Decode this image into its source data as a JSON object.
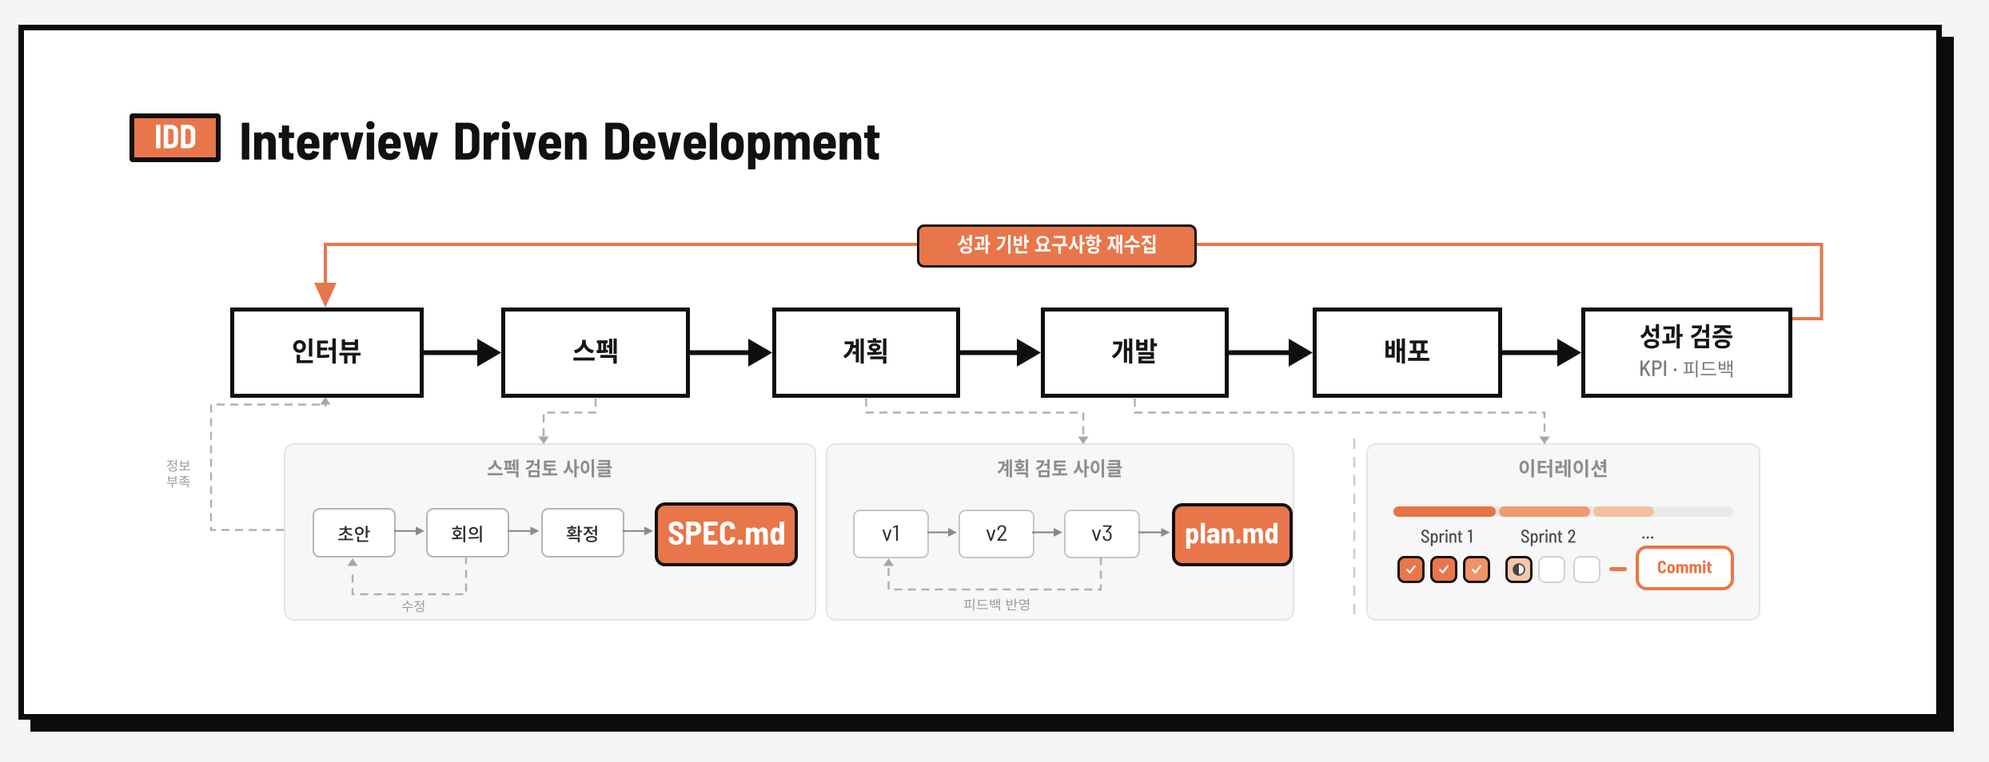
{
  "header": {
    "badge": "IDD",
    "title": "Interview Driven Development"
  },
  "flow": {
    "stages": [
      {
        "label": "인터뷰"
      },
      {
        "label": "스펙"
      },
      {
        "label": "계획"
      },
      {
        "label": "개발"
      },
      {
        "label": "배포"
      },
      {
        "label": "성과 검증",
        "sublabel": "KPI · 피드백"
      }
    ],
    "feedback_loop_label": "성과 기반 요구사항 재수집",
    "insufficient_info_label": {
      "line1": "정보",
      "line2": "부족"
    }
  },
  "panels": {
    "spec_review": {
      "title": "스펙 검토 사이클",
      "steps": [
        "초안",
        "회의",
        "확정"
      ],
      "artifact": "SPEC.md",
      "loop_label": "수정"
    },
    "plan_review": {
      "title": "계획 검토 사이클",
      "steps": [
        "v1",
        "v2",
        "v3"
      ],
      "artifact": "plan.md",
      "loop_label": "피드백 반영"
    },
    "iteration": {
      "title": "이터레이션",
      "sprint_labels": [
        "Sprint 1",
        "Sprint 2",
        "..."
      ],
      "progress_segments": [
        {
          "color": "#e87345",
          "width_pct": 30
        },
        {
          "color": "#f09a72",
          "width_pct": 26
        },
        {
          "color": "#f6bf9f",
          "width_pct": 17
        },
        {
          "color": "#e9e9ea",
          "width_pct": 27
        }
      ],
      "tasks": [
        {
          "sprint": "Sprint 1",
          "state": "done"
        },
        {
          "sprint": "Sprint 1",
          "state": "done"
        },
        {
          "sprint": "Sprint 1",
          "state": "done"
        },
        {
          "sprint": "Sprint 2",
          "state": "in-progress"
        },
        {
          "sprint": "Sprint 2",
          "state": "todo"
        },
        {
          "sprint": "Sprint 2",
          "state": "todo"
        }
      ],
      "commit_label": "Commit"
    }
  },
  "colors": {
    "accent_orange": "#e8764a",
    "accent_orange_deep": "#ec7544",
    "ink_black": "#0c0c0c",
    "panel_gray": "#f7f7f8"
  }
}
